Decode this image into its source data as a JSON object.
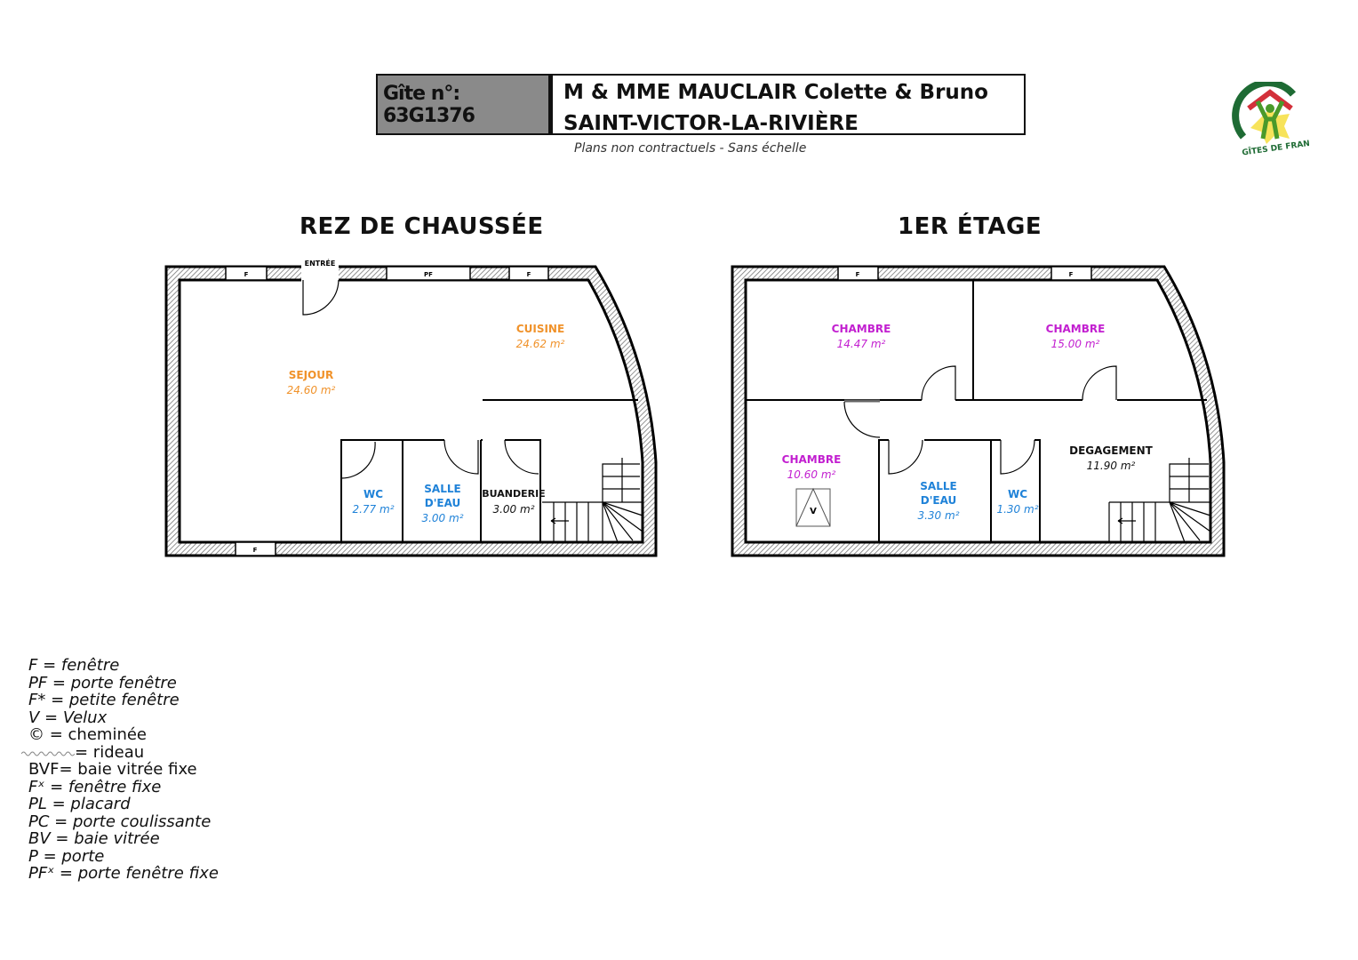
{
  "header": {
    "gite_number": "Gîte n°: 63G1376",
    "owner": "M & MME MAUCLAIR Colette & Bruno",
    "location": "SAINT-VICTOR-LA-RIVIÈRE",
    "subtitle": "Plans non contractuels - Sans échelle"
  },
  "logo": {
    "text": "GÎTES DE FRANCE"
  },
  "colors": {
    "living": "#f0922a",
    "water": "#1f82d8",
    "bedroom": "#c21fd0",
    "hatch": "#777777"
  },
  "ground_floor": {
    "title": "REZ DE CHAUSSÉE",
    "entry_label": "ENTRÉE",
    "openings": {
      "f1": "F",
      "pf": "PF",
      "f2": "F",
      "f3": "F"
    },
    "rooms": {
      "sejour": {
        "name": "SEJOUR",
        "area": "24.60 m²"
      },
      "cuisine": {
        "name": "CUISINE",
        "area": "24.62 m²"
      },
      "wc": {
        "name": "WC",
        "area": "2.77 m²"
      },
      "salle_eau": {
        "name1": "SALLE",
        "name2": "D'EAU",
        "area": "3.00 m²"
      },
      "buanderie": {
        "name": "BUANDERIE",
        "area": "3.00 m²"
      }
    }
  },
  "first_floor": {
    "title": "1ER ÉTAGE",
    "openings": {
      "f1": "F",
      "f2": "F"
    },
    "velux": "V",
    "rooms": {
      "chambre1": {
        "name": "CHAMBRE",
        "area": "14.47 m²"
      },
      "chambre2": {
        "name": "CHAMBRE",
        "area": "15.00 m²"
      },
      "chambre3": {
        "name": "CHAMBRE",
        "area": "10.60 m²"
      },
      "salle_eau": {
        "name1": "SALLE",
        "name2": "D'EAU",
        "area": "3.30 m²"
      },
      "wc": {
        "name": "WC",
        "area": "1.30 m²"
      },
      "degagement": {
        "name": "DEGAGEMENT",
        "area": "11.90 m²"
      }
    }
  },
  "legend": [
    "F = fenêtre",
    "PF = porte fenêtre",
    "F* = petite fenêtre",
    "V = Velux",
    "© = cheminée",
    "= rideau",
    "BVF= baie vitrée fixe",
    "Fˣ = fenêtre fixe",
    "PL = placard",
    "PC = porte coulissante",
    "BV = baie vitrée",
    "P = porte",
    "PFˣ = porte fenêtre fixe"
  ]
}
